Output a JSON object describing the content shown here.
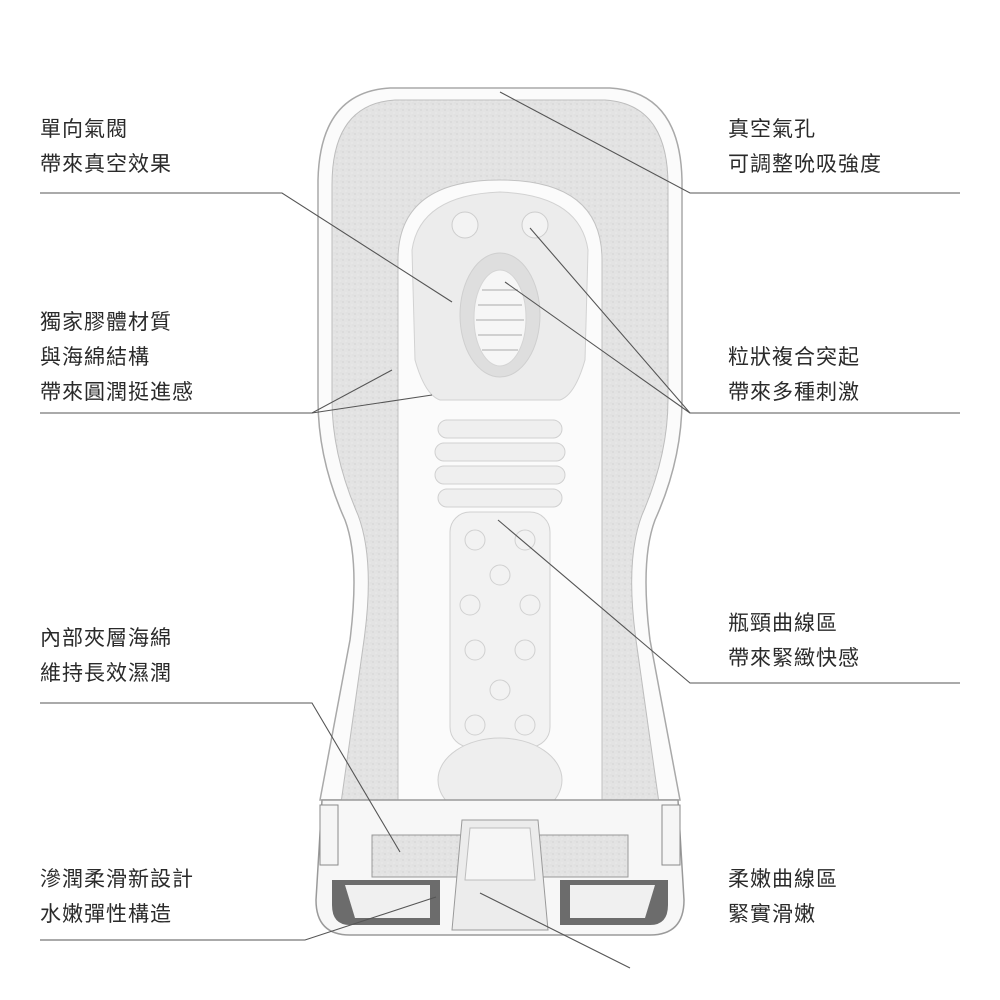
{
  "callouts": {
    "check_valve": [
      "單向氣閥",
      "帶來真空效果"
    ],
    "gel_material": [
      "獨家膠體材質",
      "與海綿結構",
      "帶來圓潤挺進感"
    ],
    "inner_sponge": [
      "內部夾層海綿",
      "維持長效濕潤"
    ],
    "lubrication": [
      "滲潤柔滑新設計",
      "水嫩彈性構造"
    ],
    "air_hole": [
      "真空氣孔",
      "可調整吮吸強度"
    ],
    "granular_bumps": [
      "粒狀複合突起",
      "帶來多種刺激"
    ],
    "neck_curve": [
      "瓶頸曲線區",
      "帶來緊緻快感"
    ],
    "soft_curve": [
      "柔嫩曲線區",
      "緊實滑嫩"
    ]
  },
  "colors": {
    "text": "#2a2a2a",
    "line": "#555555",
    "sponge": "#e2e2e2",
    "outline": "#9a9a9a"
  }
}
